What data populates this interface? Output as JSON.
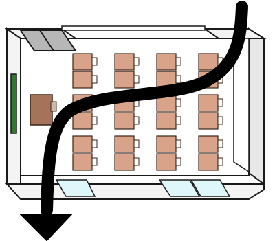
{
  "colors": {
    "background": "#ffffff",
    "wall_outline": "#1a1a1a",
    "wall_fill": "#ffffff",
    "wall_shade": "#e6e6e6",
    "floor": "#ffffff",
    "desk": "#d9a38a",
    "desk_outline": "#3a2418",
    "teacher_desk": "#a5735a",
    "blackboard": "#2f7a2f",
    "window_glass": "#dff6fb",
    "door": "#b7b7b7",
    "arrow": "#000000"
  },
  "icons": {
    "blackboard": "blackboard-icon",
    "teacher_desk": "teacher-desk-icon",
    "student_desk": "student-desk-icon",
    "window": "window-icon",
    "door": "sliding-door-icon",
    "evacuation_arrow": "curved-arrow-icon"
  },
  "layout_summary": {
    "desk_rows": 3,
    "desk_columns": 4,
    "desks_per_group": 2,
    "arrow_direction": "down"
  }
}
